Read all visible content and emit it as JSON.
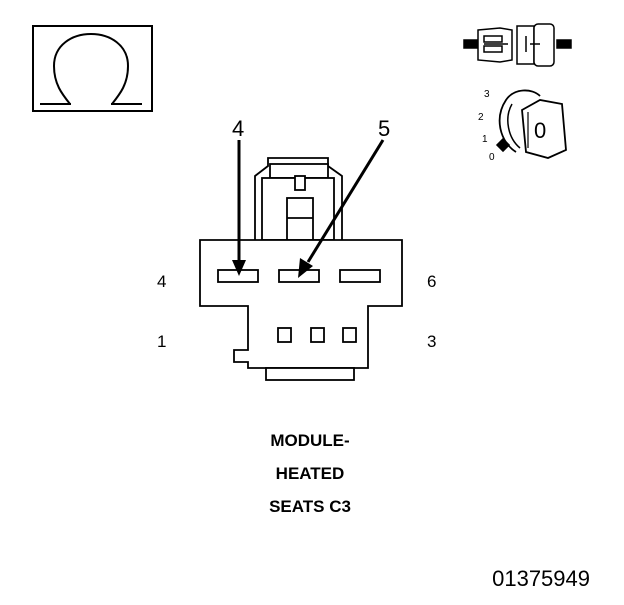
{
  "callouts": {
    "left": "4",
    "right": "5"
  },
  "pins": {
    "top_left": "4",
    "top_right": "6",
    "bottom_left": "1",
    "bottom_right": "3"
  },
  "rotation_scale": [
    "3",
    "2",
    "1",
    "0"
  ],
  "lock_digit": "0",
  "caption": {
    "line1": "MODULE-",
    "line2": "HEATED",
    "line3": "SEATS C3"
  },
  "document_number": "01375949",
  "icons": {
    "terminal": "omega-terminal-icon",
    "connector_pair": "connector-mating-icon",
    "lock": "rotary-lock-icon"
  },
  "colors": {
    "ink": "#000000",
    "background": "#ffffff"
  }
}
